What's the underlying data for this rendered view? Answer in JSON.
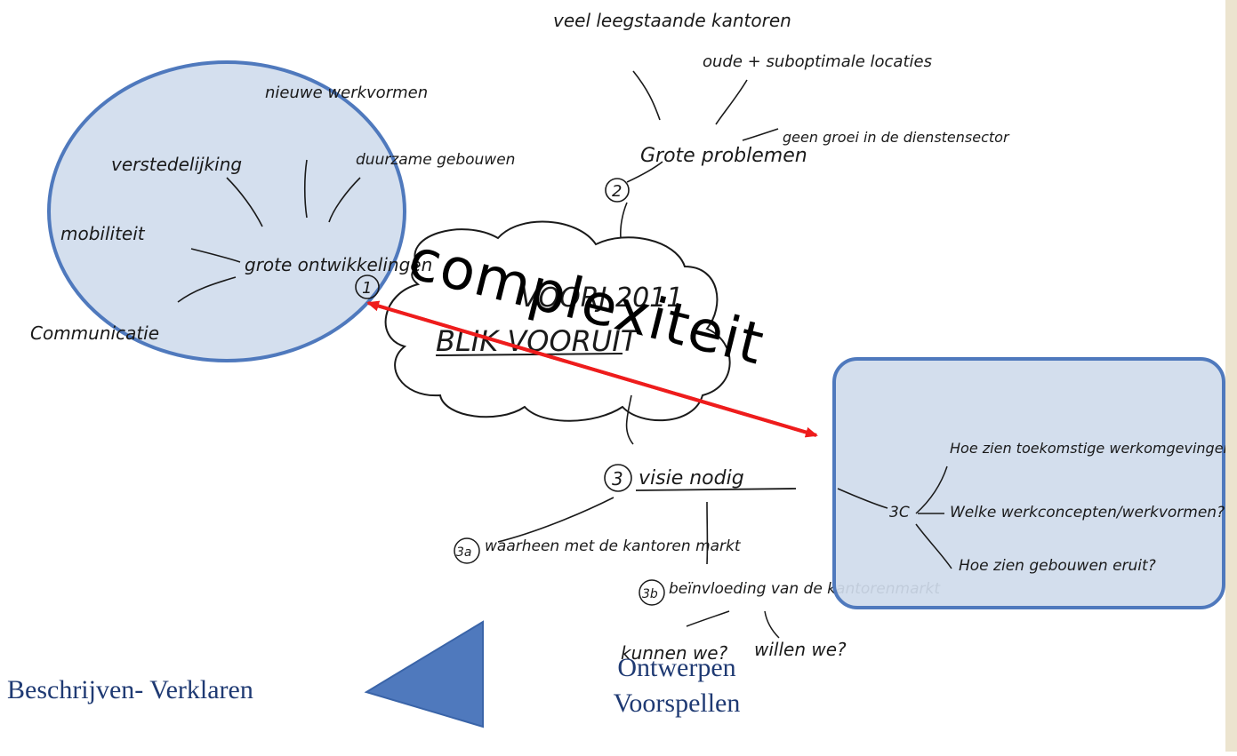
{
  "colors": {
    "accent": "#4f79bd",
    "fill_light": "#cfdbec",
    "arrow": "#ee1c1c",
    "text_blue": "#1f3a73",
    "strip": "#ece4cf"
  },
  "center": {
    "line1": "VOORJ 2011",
    "line2": "BLIK VOORUIT"
  },
  "overlay_word": "complexiteit",
  "top_cluster": {
    "heading": "Grote problemen",
    "number": "2",
    "notes": [
      "veel leegstaande kantoren",
      "oude + suboptimale locaties",
      "geen groei in de dienstensector"
    ]
  },
  "left_cluster": {
    "heading": "grote ontwikkelingen",
    "number": "1",
    "notes": [
      "nieuwe werkvormen",
      "verstedelijking",
      "duurzame gebouwen",
      "mobiliteit",
      "Communicatie"
    ]
  },
  "bottom_cluster": {
    "heading": "visie nodig",
    "number": "3",
    "item_3a": {
      "num": "3a",
      "text": "waarheen met de kantoren markt"
    },
    "item_3b": {
      "num": "3b",
      "text": "beïnvloeding van de kantorenmarkt",
      "sub": [
        "kunnen we?",
        "willen we?"
      ]
    }
  },
  "right_box": {
    "label": "3C",
    "questions": [
      "Hoe zien toekomstige werkomgevingen eruit?",
      "Welke werkconcepten/werkvormen?",
      "Hoe zien gebouwen eruit?"
    ]
  },
  "labels": {
    "left": "Beschrijven- Verklaren",
    "right_line1": "Ontwerpen",
    "right_line2": "Voorspellen"
  }
}
